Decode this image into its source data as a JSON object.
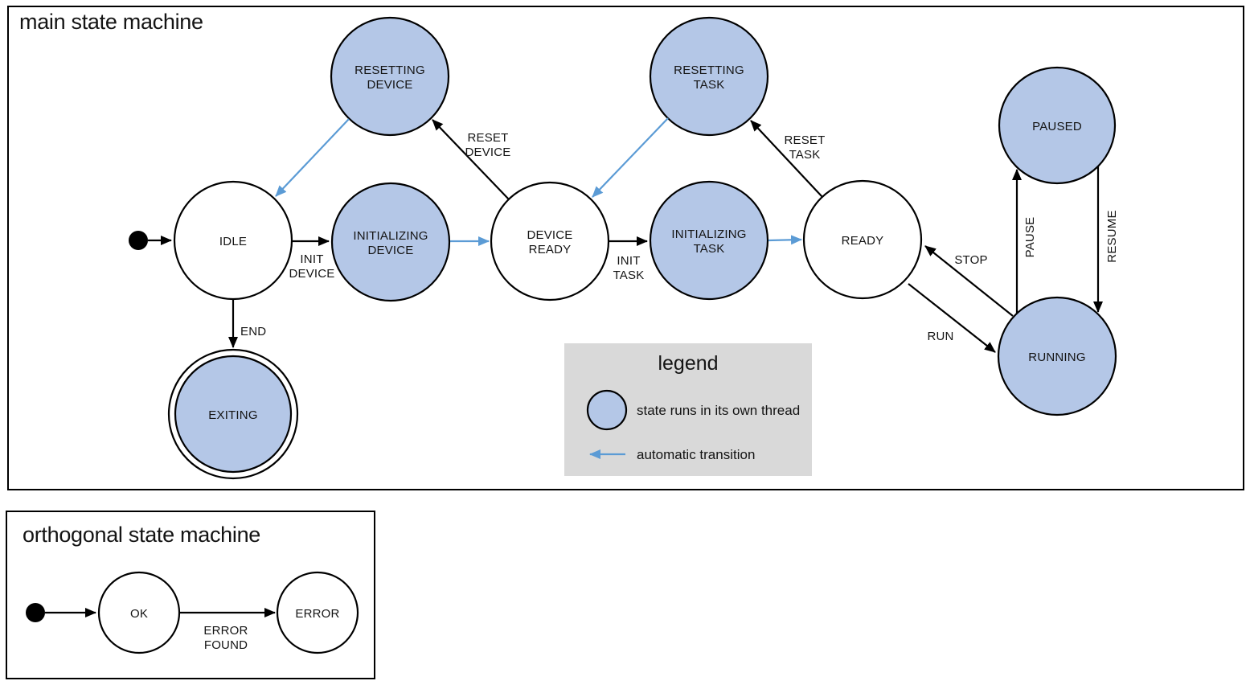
{
  "colors": {
    "state_thread_fill": "#b4c7e7",
    "auto_transition_arrow": "#5b9bd5",
    "legend_background": "#d9d9d9",
    "outline": "#000000"
  },
  "main_machine": {
    "title": "main state machine",
    "states": {
      "idle": {
        "line1": "IDLE"
      },
      "initializing_device": {
        "line1": "INITIALIZING",
        "line2": "DEVICE"
      },
      "device_ready": {
        "line1": "DEVICE",
        "line2": "READY"
      },
      "initializing_task": {
        "line1": "INITIALIZING",
        "line2": "TASK"
      },
      "ready": {
        "line1": "READY"
      },
      "resetting_device": {
        "line1": "RESETTING",
        "line2": "DEVICE"
      },
      "resetting_task": {
        "line1": "RESETTING",
        "line2": "TASK"
      },
      "paused": {
        "line1": "PAUSED"
      },
      "running": {
        "line1": "RUNNING"
      },
      "exiting": {
        "line1": "EXITING"
      }
    },
    "transitions": {
      "init_device": {
        "line1": "INIT",
        "line2": "DEVICE"
      },
      "init_task": {
        "line1": "INIT",
        "line2": "TASK"
      },
      "reset_device": {
        "line1": "RESET",
        "line2": "DEVICE"
      },
      "reset_task": {
        "line1": "RESET",
        "line2": "TASK"
      },
      "end": {
        "line1": "END"
      },
      "stop": {
        "line1": "STOP"
      },
      "run": {
        "line1": "RUN"
      },
      "pause": {
        "line1": "PAUSE"
      },
      "resume": {
        "line1": "RESUME"
      }
    }
  },
  "legend": {
    "title": "legend",
    "items": {
      "thread_state": "state runs in its own thread",
      "auto_transition": "automatic transition"
    }
  },
  "orthogonal_machine": {
    "title": "orthogonal state machine",
    "states": {
      "ok": {
        "line1": "OK"
      },
      "error": {
        "line1": "ERROR"
      }
    },
    "transitions": {
      "error_found": {
        "line1": "ERROR",
        "line2": "FOUND"
      }
    }
  }
}
